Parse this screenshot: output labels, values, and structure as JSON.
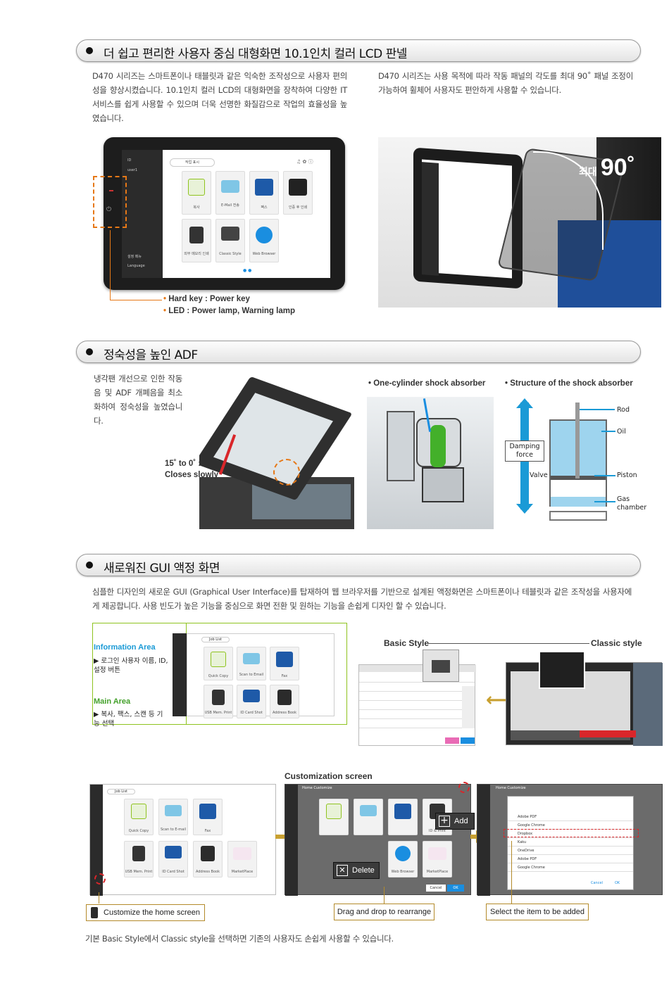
{
  "section1": {
    "title": "더 쉽고 편리한 사용자 중심 대형화면 10.1인치 컬러 LCD 판넬",
    "para_left": "D470 시리즈는 스마트폰이나 태블릿과 같은 익숙한 조작성으로 사용자 편의성을 향상시켰습니다. 10.1인치 컬러 LCD의 대형화면을 장착하여 다양한 IT 서비스를 쉽게 사용할 수 있으며 더욱 선명한 화질감으로 작업의 효율성을 높였습니다.",
    "para_right": "D470 시리즈는 사용 목적에 따라 작동 패널의 각도를 최대 90˚ 패널 조정이 가능하여 휠체어 사용자도 편안하게 사용할 수 있습니다.",
    "panel": {
      "job_button": "작업 표시",
      "id_label": "ID",
      "user_label": "user1",
      "settings_label": "설정 메뉴",
      "language_label": "Language",
      "tiles": [
        "복사",
        "E-Mail 전송",
        "팩스",
        "인증 후 인쇄",
        "외부 메모리 인쇄",
        "Classic Style",
        "Web Browser"
      ]
    },
    "callout_hardkey": "Hard key : Power key",
    "callout_led": "LED : Power lamp, Warning lamp",
    "angle_prefix": "최대",
    "angle_value": "90˚"
  },
  "section2": {
    "title": "정숙성을 높인 ADF",
    "para": "냉각팬 개선으로 인한 작동음 및 ADF 개폐음을 최소화하여 정숙성을 높였습니다.",
    "close_label_1": "15˚ to 0˚ :",
    "close_label_2": "Closes slowly",
    "absorber_title": "One-cylinder shock absorber",
    "structure_title": "Structure of the shock absorber",
    "damping": "Damping force",
    "valve": "Valve",
    "rod": "Rod",
    "oil": "Oil",
    "piston": "Piston",
    "gas": "Gas chamber"
  },
  "section3": {
    "title": "새로워진 GUI 액정 화면",
    "para": "심플한 디자인의 새로운 GUI (Graphical User Interface)를 탑재하여 웹 브라우저를 기반으로 설계된 액정화면은 스마트폰이나 테블릿과 같은 조작성을 사용자에게 제공합니다. 사용 빈도가 높은 기능을 중심으로 화면 전환 및 원하는 기능을 손쉽게 디자인 할 수 있습니다.",
    "info_area_title": "Information Area",
    "info_area_desc": "▶ 로그인 사용자 이름, ID, 설정 버튼",
    "main_area_title": "Main Area",
    "main_area_desc": "▶ 복사, 팩스, 스캔 등 기능 선택",
    "job_list": "Job List",
    "gui_tiles": [
      "Quick Copy",
      "Scan to Email",
      "Fax",
      "USB Mem. Print",
      "ID Card Shot",
      "Address Book"
    ],
    "basic_style": "Basic Style",
    "classic_style": "Classic style",
    "customization_title": "Customization screen",
    "home_tiles": [
      "Quick Copy",
      "Scan to E-mail",
      "Fax",
      "USB Mem. Print",
      "ID Card Shot",
      "Address Book",
      "MarketPlace"
    ],
    "home_customize": "Home Customize",
    "add_label": "Add",
    "delete_label": "Delete",
    "cancel": "Cancel",
    "ok": "OK",
    "web_browser": "Web Browser",
    "id_print": "ID & Print",
    "marketplace": "MarketPlace",
    "file_list": [
      "Adobe PDF",
      "Google Chrome",
      "Dropbox",
      "Kaku",
      "OneDrive",
      "Adobe PDF",
      "Google Chrome"
    ],
    "step1": "Customize the home screen",
    "step2": "Drag and drop to rearrange",
    "step3": "Select the item to be added",
    "footer": "기본 Basic Style에서 Classic style을 선택하면 기존의 사용자도 손쉽게 사용할 수 있습니다."
  },
  "colors": {
    "orange": "#e67817",
    "gold": "#b38a2a",
    "accent_green": "#8fc31f",
    "blue": "#1e5aa8"
  }
}
